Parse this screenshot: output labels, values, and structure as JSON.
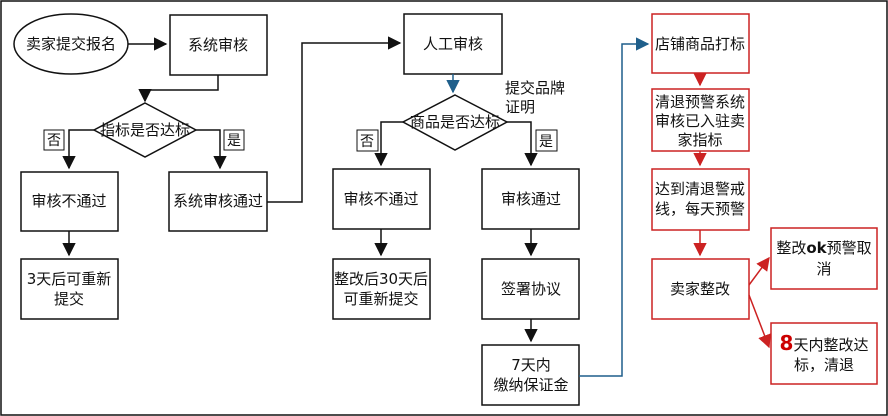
{
  "colors": {
    "black": "#111111",
    "red": "#cc2222",
    "blue": "#1f5f8b",
    "accent_red": "#cc0000"
  },
  "nodes": {
    "seller_signup": "卖家提交报名",
    "system_review": "系统审核",
    "indicator_check": "指标是否达标",
    "no_1": "否",
    "yes_1": "是",
    "review_fail_1": "审核不通过",
    "resubmit_3days": [
      "3天后可重新",
      "提交"
    ],
    "system_review_pass": "系统审核通过",
    "manual_review": "人工审核",
    "brand_proof": [
      "提交品牌",
      "证明"
    ],
    "product_check": "商品是否达标",
    "no_2": "否",
    "yes_2": "是",
    "review_fail_2": "审核不通过",
    "resubmit_30days": [
      "整改后30天后",
      "可重新提交"
    ],
    "review_pass": "审核通过",
    "sign_agreement": "签署协议",
    "pay_deposit": [
      "7天内",
      "缴纳保证金"
    ],
    "store_tag": "店铺商品打标",
    "clearance_warning": [
      "清退预警系统",
      "审核已入驻卖",
      "家指标"
    ],
    "reach_warning_line": [
      "达到清退警戒",
      "线，每天预警"
    ],
    "seller_rectify": "卖家整改",
    "rectify_ok": [
      "整改ok预警取",
      "消"
    ],
    "rectify_ok_parts": [
      "整改",
      "ok",
      "预警取"
    ],
    "clear_8days": [
      "8天内整改达",
      "标，清退"
    ],
    "clear_8days_parts": [
      "8",
      "天内整改达"
    ]
  }
}
